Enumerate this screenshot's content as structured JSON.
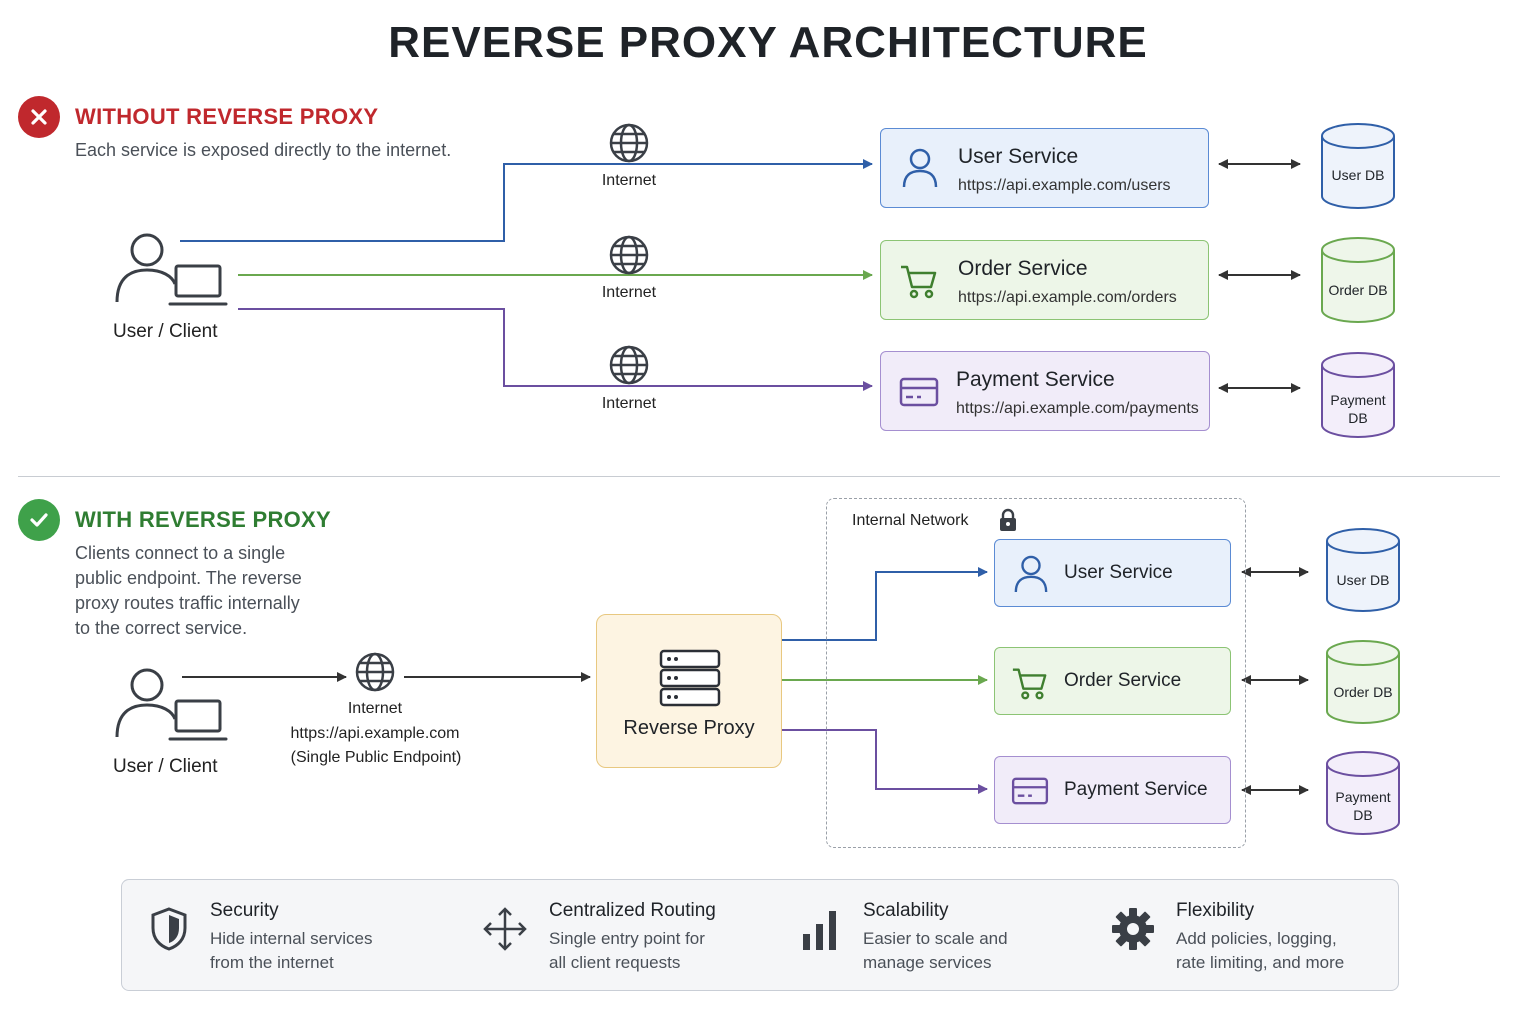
{
  "title": "REVERSE PROXY ARCHITECTURE",
  "colors": {
    "blue": "#2f5fa8",
    "green": "#6aa84f",
    "purple": "#6b4fa0",
    "red": "#c0282d",
    "dark_green": "#2f7d32",
    "proxy": "#f0c674"
  },
  "without": {
    "heading": "WITHOUT REVERSE PROXY",
    "badge_icon": "x-icon",
    "description": "Each service is exposed directly to the internet.",
    "client_label": "User / Client",
    "internet_labels": [
      "Internet",
      "Internet",
      "Internet"
    ],
    "services": [
      {
        "name": "User Service",
        "url": "https://api.example.com/users",
        "icon": "user-icon",
        "db": "User DB"
      },
      {
        "name": "Order Service",
        "url": "https://api.example.com/orders",
        "icon": "cart-icon",
        "db": "Order DB"
      },
      {
        "name": "Payment Service",
        "url": "https://api.example.com/payments",
        "icon": "card-icon",
        "db": "Payment DB"
      }
    ]
  },
  "with": {
    "heading": "WITH REVERSE PROXY",
    "badge_icon": "check-icon",
    "description_lines": [
      "Clients connect to a single",
      "public endpoint. The reverse",
      "proxy routes traffic internally",
      "to the correct service."
    ],
    "client_label": "User / Client",
    "internet_label": "Internet",
    "endpoint_url": "https://api.example.com",
    "endpoint_note": "(Single Public Endpoint)",
    "proxy_label": "Reverse Proxy",
    "network_label": "Internal Network",
    "services": [
      {
        "name": "User Service",
        "icon": "user-icon",
        "db": "User DB"
      },
      {
        "name": "Order Service",
        "icon": "cart-icon",
        "db": "Order DB"
      },
      {
        "name": "Payment Service",
        "icon": "card-icon",
        "db": "Payment DB"
      }
    ]
  },
  "benefits": [
    {
      "title": "Security",
      "icon": "shield-icon",
      "desc_lines": [
        "Hide internal services",
        "from the internet"
      ]
    },
    {
      "title": "Centralized Routing",
      "icon": "move-arrows-icon",
      "desc_lines": [
        "Single entry point for",
        "all client requests"
      ]
    },
    {
      "title": "Scalability",
      "icon": "bar-chart-icon",
      "desc_lines": [
        "Easier to scale and",
        "manage services"
      ]
    },
    {
      "title": "Flexibility",
      "icon": "gear-icon",
      "desc_lines": [
        "Add policies, logging,",
        "rate limiting, and more"
      ]
    }
  ]
}
